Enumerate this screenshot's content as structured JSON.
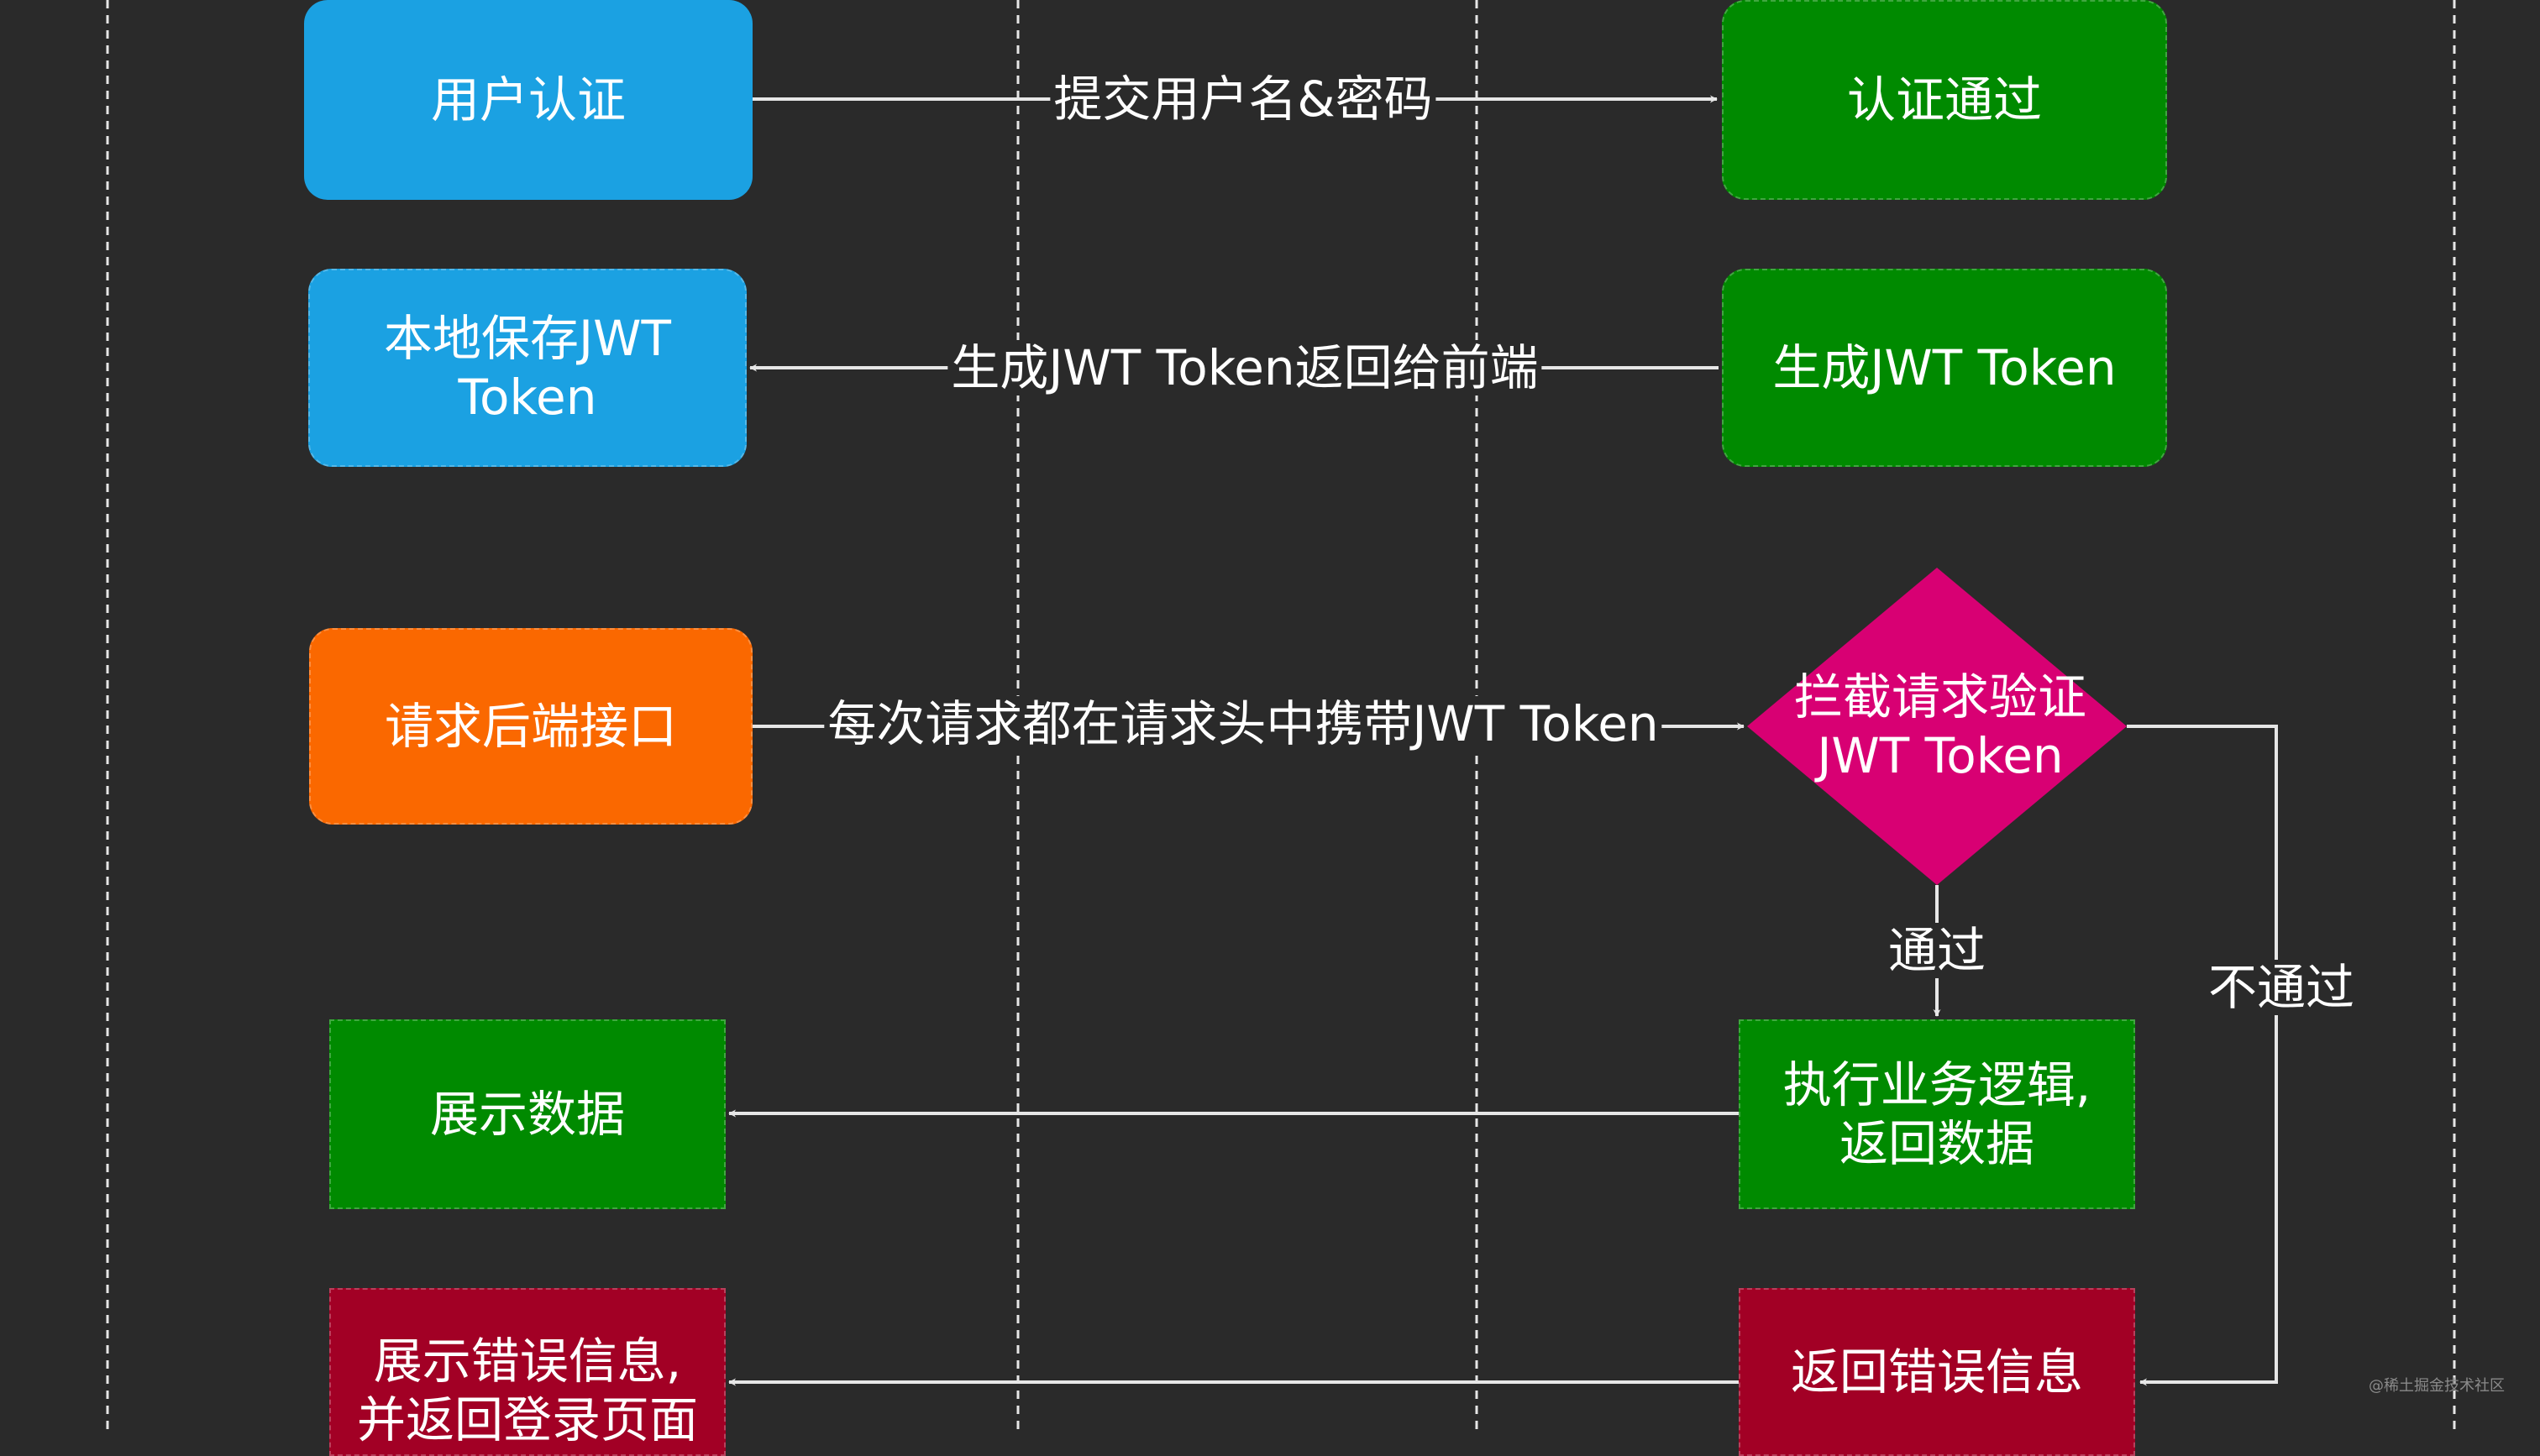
{
  "nodes": {
    "user_auth": "用户认证",
    "auth_passed": "认证通过",
    "save_jwt": "本地保存JWT\nToken",
    "gen_jwt": "生成JWT Token",
    "request_api": "请求后端接口",
    "intercept_verify": "拦截请求验证\nJWT Token",
    "show_data": "展示数据",
    "exec_logic": "执行业务逻辑,\n返回数据",
    "show_error": "展示错误信息,\n并返回登录页面",
    "return_error": "返回错误信息"
  },
  "edges": {
    "submit_credentials": "提交用户名&密码",
    "return_jwt": "生成JWT Token返回给前端",
    "carry_jwt": "每次请求都在请求头中携带JWT Token",
    "passed": "通过",
    "not_passed": "不通过"
  },
  "colors": {
    "background": "#2a2a2a",
    "blue": "#1ba1e2",
    "green": "#008a00",
    "orange": "#fa6800",
    "pink": "#d80073",
    "dark_red": "#a20025",
    "line": "#e6e6e6"
  },
  "watermark": "@稀土掘金技术社区"
}
